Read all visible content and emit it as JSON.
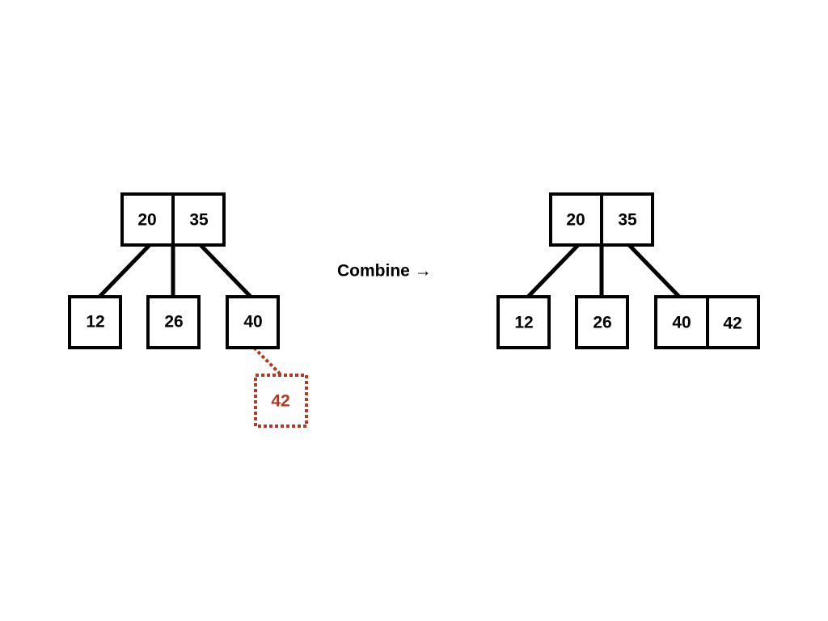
{
  "before_tree": {
    "root_keys": [
      "20",
      "35"
    ],
    "children": [
      "12",
      "26",
      "40"
    ],
    "inserted_key": "42"
  },
  "operation": {
    "label": "Combine →"
  },
  "after_tree": {
    "root_keys": [
      "20",
      "35"
    ],
    "children": [
      "12",
      "26",
      "40",
      "42"
    ]
  },
  "colors": {
    "node_stroke": "#000000",
    "highlight": "#b03a26"
  }
}
